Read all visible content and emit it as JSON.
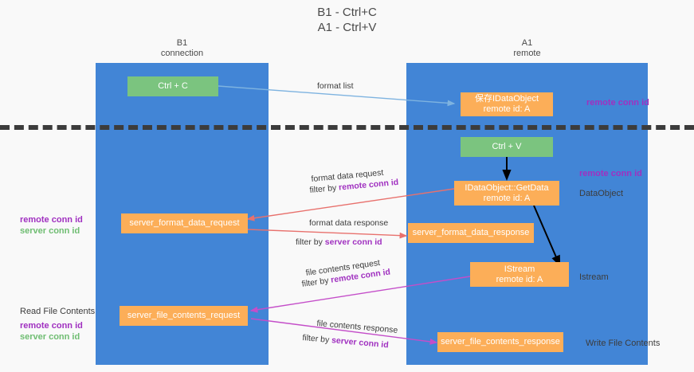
{
  "title": {
    "line1": "B1 - Ctrl+C",
    "line2": "A1 - Ctrl+V"
  },
  "columns": {
    "left": {
      "name": "B1",
      "role": "connection"
    },
    "right": {
      "name": "A1",
      "role": "remote"
    }
  },
  "nodes": {
    "ctrl_c": {
      "line1": "Ctrl + C",
      "line2": ""
    },
    "ctrl_v": {
      "line1": "Ctrl + V",
      "line2": ""
    },
    "idataobject": {
      "line1": "保存IDataObject",
      "line2": "remote id: A"
    },
    "getdata": {
      "line1": "IDataObject::GetData",
      "line2": "remote id: A"
    },
    "istream": {
      "line1": "IStream",
      "line2": "remote id: A"
    },
    "server_format_data_request": {
      "line1": "server_format_data_request",
      "line2": ""
    },
    "server_format_data_response": {
      "line1": "server_format_data_response",
      "line2": ""
    },
    "server_file_contents_request": {
      "line1": "server_file_contents_request",
      "line2": ""
    },
    "server_file_contents_response": {
      "line1": "server_file_contents_response",
      "line2": ""
    }
  },
  "right_annotations": {
    "remote_conn_id_top": "remote conn id",
    "remote_conn_id_mid": "remote conn id",
    "dataobject": "DataObject",
    "istream": "Istream",
    "write_file_contents": "Write File Contents"
  },
  "left_annotations": {
    "remote_conn_id_1": "remote conn id",
    "server_conn_id_1": "server conn id",
    "read_file_contents": "Read File Contents",
    "remote_conn_id_2": "remote conn id",
    "server_conn_id_2": "server conn id"
  },
  "edge_labels": {
    "format_list": "format list",
    "format_data_request": "format data request",
    "format_data_request_filter_prefix": "filter by ",
    "format_data_request_filter_key": "remote conn id",
    "format_data_response": "format data response",
    "format_data_response_filter_prefix": "filter by ",
    "format_data_response_filter_key": "server conn id",
    "file_contents_request": "file contents request",
    "file_contents_request_filter_prefix": "filter by ",
    "file_contents_request_filter_key": "remote conn id",
    "file_contents_response": "file contents response",
    "file_contents_response_filter_prefix": "filter by ",
    "file_contents_response_filter_key": "server conn id"
  },
  "colors": {
    "lane": "#4285d6",
    "green_node": "#7bc47f",
    "orange_node": "#fcae58",
    "purple_text": "#a030c0",
    "green_text": "#6fbd72",
    "blue_arrow": "#7eb3e0",
    "red_arrow": "#e8716d",
    "magenta_arrow": "#c44ec9",
    "black_arrow": "#000000",
    "divider": "#3c3c3c",
    "background": "#f9f9f9"
  }
}
